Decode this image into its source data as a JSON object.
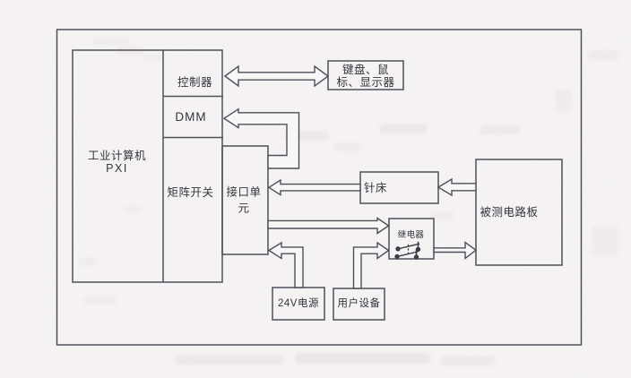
{
  "diagram_type": "block-diagram",
  "blocks": {
    "industrial_computer": {
      "lines": [
        "工业计算机",
        "PXI"
      ]
    },
    "controller": {
      "label": "控制器"
    },
    "dmm": {
      "label": "DMM"
    },
    "matrix_switch": {
      "label": "矩阵开关"
    },
    "interface_unit": {
      "lines": [
        "接口单",
        "元"
      ]
    },
    "keyboard_mouse_display": {
      "lines": [
        "键盘、鼠",
        "标、显示器"
      ]
    },
    "needle_bed": {
      "label": "针床"
    },
    "circuit_board_under_test": {
      "label": "被测电路板"
    },
    "relay": {
      "label": "继电器"
    },
    "power_supply_24v": {
      "label": "24V电源"
    },
    "user_equipment": {
      "label": "用户设备"
    }
  },
  "colors": {
    "line": "#50505a",
    "text": "#34343c",
    "background": "#f6f4f5",
    "arrow_fill": "#f8f6f7"
  }
}
